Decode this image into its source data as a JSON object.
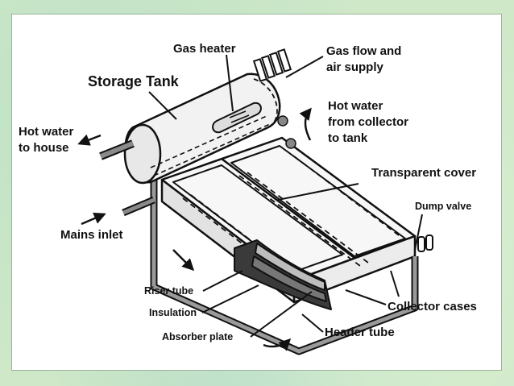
{
  "labels": {
    "gas_heater": "Gas heater",
    "gas_flow_1": "Gas flow and",
    "gas_flow_2": "air supply",
    "storage_tank": "Storage Tank",
    "hot_water_collector_1": "Hot water",
    "hot_water_collector_2": "from collector",
    "hot_water_collector_3": "to tank",
    "hot_water_house_1": "Hot water",
    "hot_water_house_2": "to house",
    "transparent_cover": "Transparent cover",
    "dump_valve": "Dump valve",
    "mains_inlet": "Mains inlet",
    "riser_tube": "Riser tube",
    "insulation": "Insulation",
    "absorber_plate": "Absorber plate",
    "collector_cases": "Collector cases",
    "header_tube": "Header tube"
  },
  "colors": {
    "background": "#cfe8c8",
    "frame": "#ffffff",
    "line": "#111111",
    "pipe": "#8a8a8a",
    "cover": "#f4f4f4"
  }
}
